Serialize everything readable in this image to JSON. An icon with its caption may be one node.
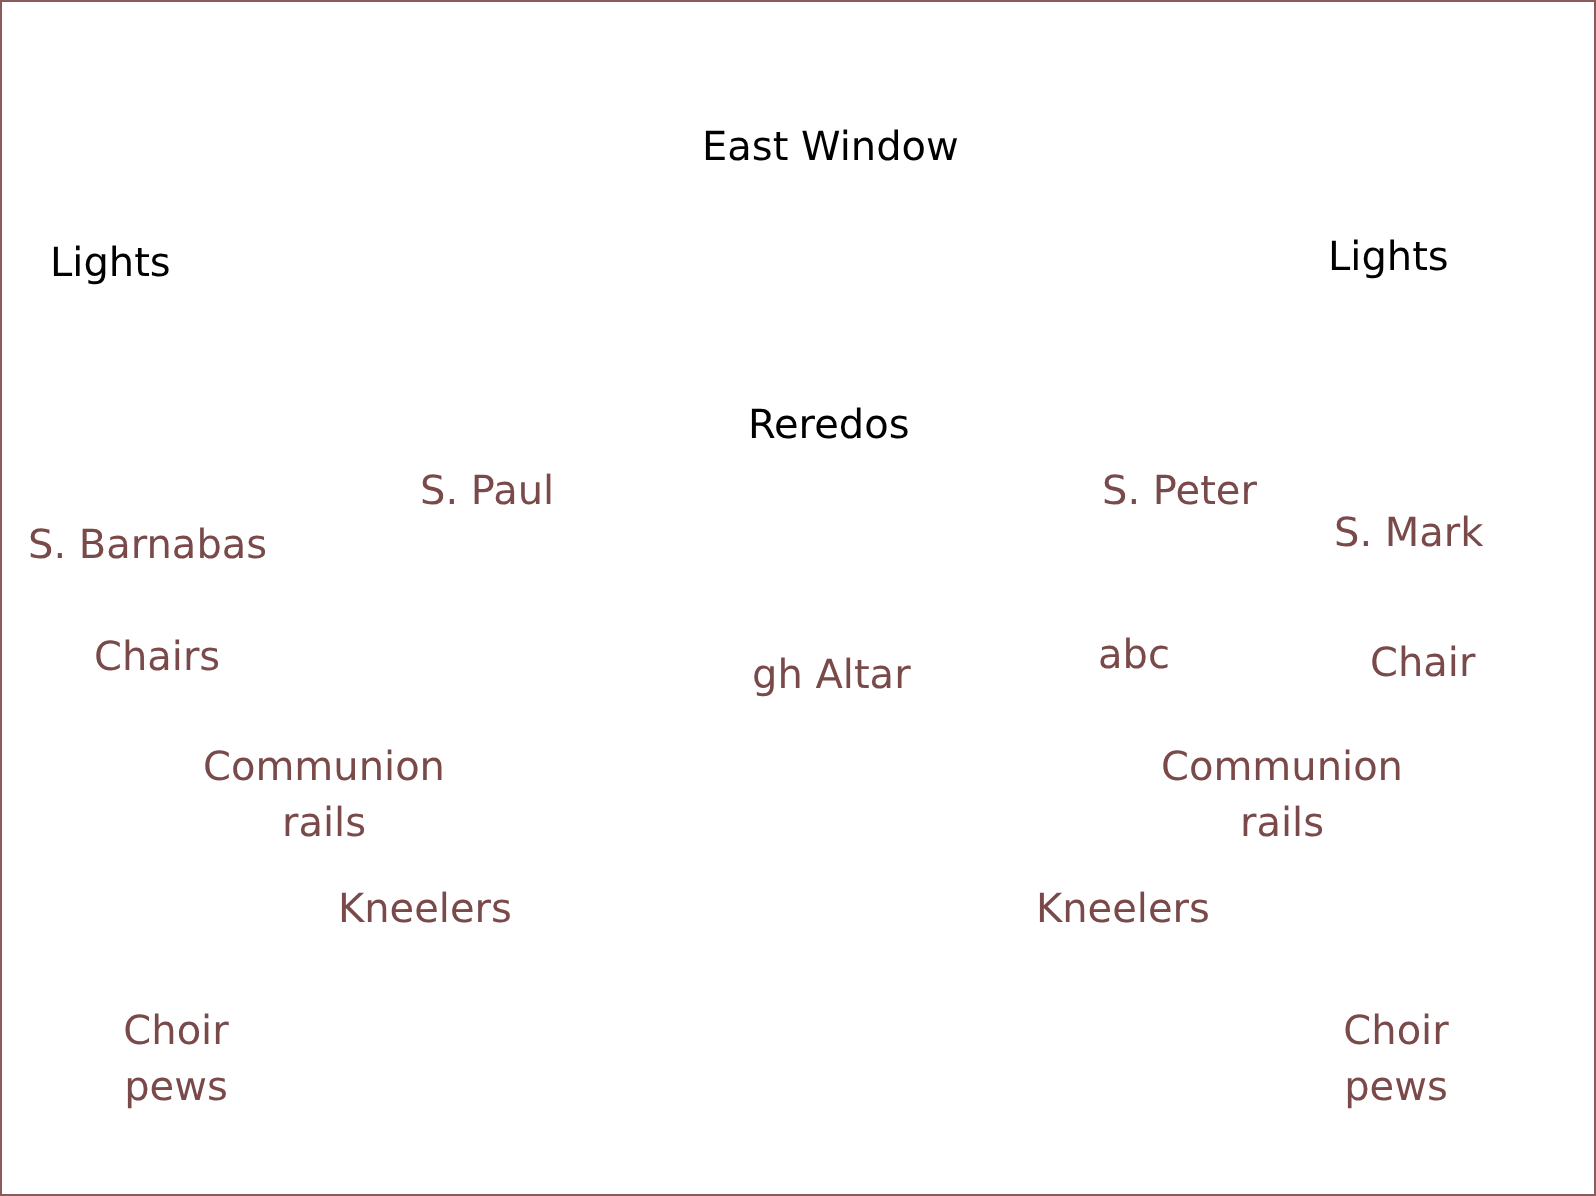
{
  "diagram": {
    "labels": [
      "East Window",
      "Lights",
      "Lights",
      "Reredos",
      "S. Paul",
      "S. Peter",
      "S. Barnabas",
      "S. Mark",
      "Chairs",
      "gh Altar",
      "abc",
      "Chair",
      "Communion rails",
      "Communion rails",
      "Kneelers",
      "Kneelers",
      "Choir pews",
      "Choir pews"
    ]
  }
}
